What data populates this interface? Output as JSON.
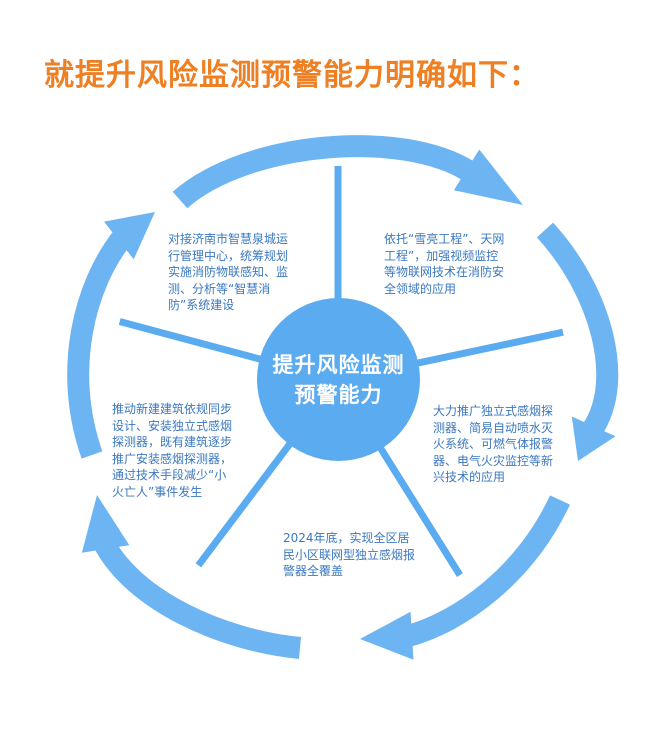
{
  "title": "就提升风险监测预警能力明确如下：",
  "center": {
    "line1": "提升风险监测",
    "line2": "预警能力"
  },
  "items": [
    "对接济南市智慧泉城运行管理中心，统筹规划实施消防物联感知、监测、分析等“智慧消防”系统建设",
    "依托“雪亮工程”、天网工程”，加强视频监控等物联网技术在消防安全领域的应用",
    "大力推广独立式感烟探测器、简易自动喷水灭火系统、可燃气体报警器、电气火灾监控等新兴技术的应用",
    "2024年底，实现全区居民小区联网型独立感烟报警器全覆盖",
    "推动新建建筑依规同步设计、安装独立式感烟探测器，既有建筑逐步推广安装感烟探测器，通过技术手段减少“小火亡人”事件发生"
  ],
  "colors": {
    "title": "#ee7f22",
    "arrow": "#6cb4f2",
    "spoke": "#5aabf0",
    "hub": "#5aabf0",
    "item_text": "#3a78c0"
  }
}
